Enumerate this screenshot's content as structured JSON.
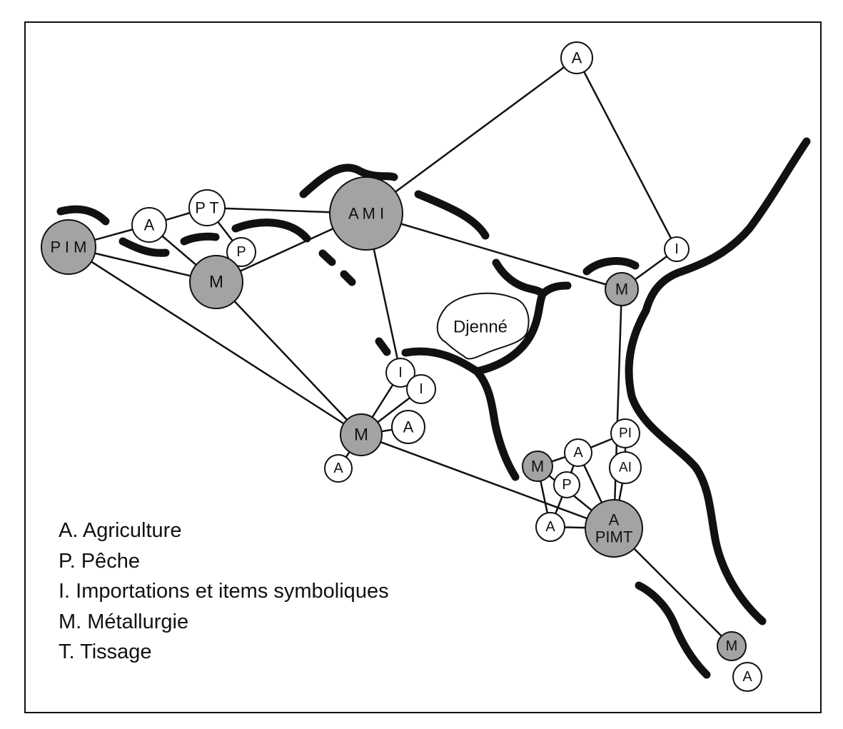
{
  "colors": {
    "ink": "#111111",
    "filled_node": "#a3a3a3",
    "empty_node": "#ffffff",
    "background": "#ffffff"
  },
  "place_label": "Djenné",
  "nodes": [
    {
      "id": "pim",
      "label": "P I M",
      "filled": true
    },
    {
      "id": "a1",
      "label": "A",
      "filled": false
    },
    {
      "id": "pt",
      "label": "P T",
      "filled": false
    },
    {
      "id": "p1",
      "label": "P",
      "filled": false
    },
    {
      "id": "m1",
      "label": "M",
      "filled": true
    },
    {
      "id": "ami",
      "label": "A M I",
      "filled": true
    },
    {
      "id": "atop",
      "label": "A",
      "filled": false
    },
    {
      "id": "ir",
      "label": "I",
      "filled": false
    },
    {
      "id": "mr",
      "label": "M",
      "filled": true
    },
    {
      "id": "i1",
      "label": "I",
      "filled": false
    },
    {
      "id": "i2",
      "label": "I",
      "filled": false
    },
    {
      "id": "a2",
      "label": "A",
      "filled": false
    },
    {
      "id": "m2",
      "label": "M",
      "filled": true
    },
    {
      "id": "a3",
      "label": "A",
      "filled": false
    },
    {
      "id": "pi",
      "label": "PI",
      "filled": false
    },
    {
      "id": "a4",
      "label": "A",
      "filled": false
    },
    {
      "id": "m3",
      "label": "M",
      "filled": true
    },
    {
      "id": "ai",
      "label": "AI",
      "filled": false
    },
    {
      "id": "p2",
      "label": "P",
      "filled": false
    },
    {
      "id": "a5",
      "label": "A",
      "filled": false
    },
    {
      "id": "big",
      "label": "A\nPIMT",
      "filled": true
    },
    {
      "id": "m4",
      "label": "M",
      "filled": true
    },
    {
      "id": "a6",
      "label": "A",
      "filled": false
    }
  ],
  "edges": [
    [
      "pim",
      "a1"
    ],
    [
      "a1",
      "pt"
    ],
    [
      "pt",
      "ami"
    ],
    [
      "pt",
      "p1"
    ],
    [
      "a1",
      "m1"
    ],
    [
      "pim",
      "m1"
    ],
    [
      "m1",
      "ami"
    ],
    [
      "pim",
      "m2"
    ],
    [
      "m1",
      "m2"
    ],
    [
      "ami",
      "i1"
    ],
    [
      "ami",
      "atop"
    ],
    [
      "ami",
      "mr"
    ],
    [
      "atop",
      "ir"
    ],
    [
      "ir",
      "mr"
    ],
    [
      "mr",
      "big"
    ],
    [
      "m2",
      "i1"
    ],
    [
      "m2",
      "i2"
    ],
    [
      "m2",
      "a2"
    ],
    [
      "m2",
      "a3"
    ],
    [
      "m2",
      "big"
    ],
    [
      "m3",
      "a4"
    ],
    [
      "a4",
      "pi"
    ],
    [
      "pi",
      "ai"
    ],
    [
      "ai",
      "big"
    ],
    [
      "a4",
      "big"
    ],
    [
      "m3",
      "big"
    ],
    [
      "m3",
      "a5"
    ],
    [
      "a4",
      "p2"
    ],
    [
      "p2",
      "a5"
    ],
    [
      "a5",
      "big"
    ],
    [
      "big",
      "m4"
    ]
  ],
  "legend": [
    "A. Agriculture",
    "P. Pêche",
    "I. Importations et items symboliques",
    "M. Métallurgie",
    "T. Tissage"
  ]
}
